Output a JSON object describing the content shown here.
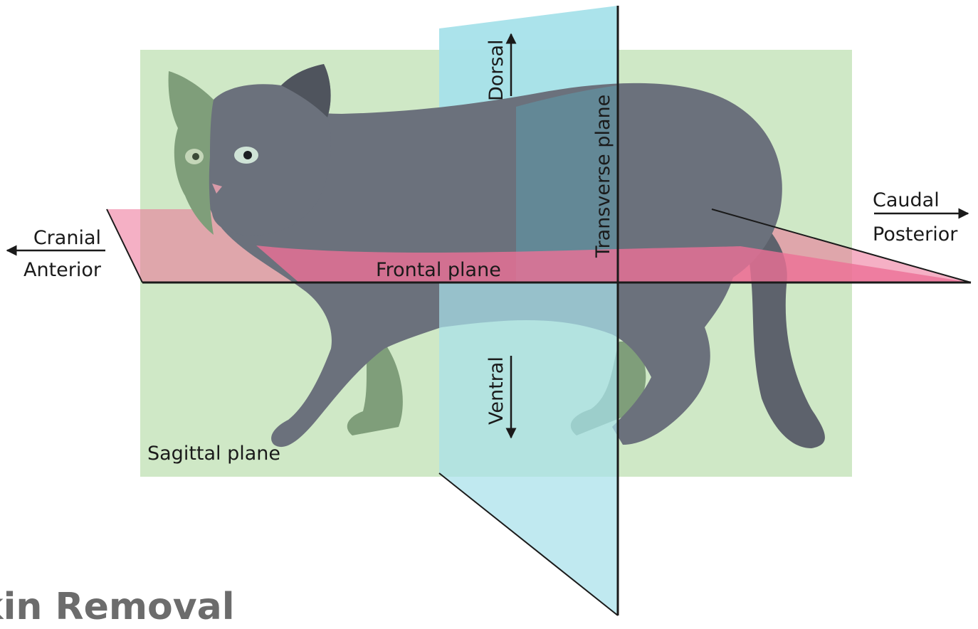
{
  "diagram": {
    "labels": {
      "cranial": "Cranial",
      "anterior": "Anterior",
      "caudal": "Caudal",
      "posterior": "Posterior",
      "dorsal": "Dorsal",
      "ventral": "Ventral",
      "transverse_plane": "Transverse plane",
      "frontal_plane": "Frontal plane",
      "sagittal_plane": "Sagittal plane"
    },
    "colors": {
      "sagittal_plane": "#cfe8c6",
      "transverse_plane": "#a7e1ea",
      "frontal_plane": "#ec7096",
      "cat_body": "#6b717c",
      "cat_body_shadow": "#5d626c",
      "arrows": "#1a1a1a"
    }
  },
  "page": {
    "heading": "kin Removal",
    "heading_color": "#6c6c6c"
  }
}
